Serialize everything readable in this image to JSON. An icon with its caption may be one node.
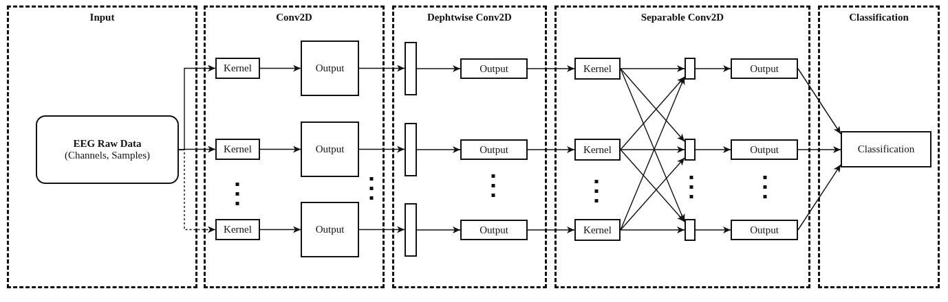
{
  "diagram": {
    "nodes": [
      {
        "text": [
          "Input"
        ]
      },
      {
        "text": [
          "Conv2D"
        ]
      },
      {
        "text": [
          "Dephtwise Conv2D"
        ]
      },
      {
        "text": [
          "Separable Conv2D"
        ]
      },
      {
        "text": [
          "Classification"
        ]
      },
      {
        "text": [
          "EEG Raw Data",
          "(Channels, Samples)"
        ],
        "in": 0
      },
      {
        "text": [
          "Kernel"
        ],
        "in": 1
      },
      {
        "text": [
          "Kernel"
        ],
        "in": 1
      },
      {
        "text": [
          "Kernel"
        ],
        "in": 1
      },
      {
        "text": [
          "Output"
        ],
        "in": 1
      },
      {
        "text": [
          "Output"
        ],
        "in": 1
      },
      {
        "text": [
          "Output"
        ],
        "in": 1
      },
      {
        "text": [],
        "shape": "bar",
        "in": 2
      },
      {
        "text": [],
        "shape": "bar",
        "in": 2
      },
      {
        "text": [],
        "shape": "bar",
        "in": 2
      },
      {
        "text": [
          "Output"
        ],
        "in": 2
      },
      {
        "text": [
          "Output"
        ],
        "in": 2
      },
      {
        "text": [
          "Output"
        ],
        "in": 2
      },
      {
        "text": [
          "Kernel"
        ],
        "in": 3
      },
      {
        "text": [
          "Kernel"
        ],
        "in": 3
      },
      {
        "text": [
          "Kernel"
        ],
        "in": 3
      },
      {
        "text": [],
        "shape": "bar",
        "in": 3
      },
      {
        "text": [],
        "shape": "bar",
        "in": 3
      },
      {
        "text": [],
        "shape": "bar",
        "in": 3
      },
      {
        "text": [
          "Output"
        ],
        "in": 3
      },
      {
        "text": [
          "Output"
        ],
        "in": 3
      },
      {
        "text": [
          "Output"
        ],
        "in": 3
      },
      {
        "text": [
          "Classification"
        ],
        "in": 4
      }
    ],
    "edges": [
      {
        "from": 5,
        "to": 6,
        "arrow": "to"
      },
      {
        "from": 5,
        "to": 7,
        "arrow": "to"
      },
      {
        "from": 5,
        "to": 8,
        "arrow": "to",
        "style": "dashed"
      },
      {
        "from": 6,
        "to": 9,
        "arrow": "to"
      },
      {
        "from": 7,
        "to": 10,
        "arrow": "to"
      },
      {
        "from": 8,
        "to": 11,
        "arrow": "to"
      },
      {
        "from": 9,
        "to": 12,
        "arrow": "to"
      },
      {
        "from": 10,
        "to": 13,
        "arrow": "to"
      },
      {
        "from": 11,
        "to": 14,
        "arrow": "to"
      },
      {
        "from": 12,
        "to": 15,
        "arrow": "to"
      },
      {
        "from": 13,
        "to": 16,
        "arrow": "to"
      },
      {
        "from": 14,
        "to": 17,
        "arrow": "to"
      },
      {
        "from": 15,
        "to": 18,
        "arrow": "to"
      },
      {
        "from": 16,
        "to": 19,
        "arrow": "to"
      },
      {
        "from": 17,
        "to": 20,
        "arrow": "to"
      },
      {
        "from": 18,
        "to": 21,
        "arrow": "to"
      },
      {
        "from": 18,
        "to": 22,
        "arrow": "to"
      },
      {
        "from": 18,
        "to": 23,
        "arrow": "to"
      },
      {
        "from": 19,
        "to": 21,
        "arrow": "to"
      },
      {
        "from": 19,
        "to": 22,
        "arrow": "to"
      },
      {
        "from": 19,
        "to": 23,
        "arrow": "to"
      },
      {
        "from": 20,
        "to": 21,
        "arrow": "to"
      },
      {
        "from": 20,
        "to": 22,
        "arrow": "to"
      },
      {
        "from": 20,
        "to": 23,
        "arrow": "to"
      },
      {
        "from": 21,
        "to": 24,
        "arrow": "to"
      },
      {
        "from": 22,
        "to": 25,
        "arrow": "to"
      },
      {
        "from": 23,
        "to": 26,
        "arrow": "to"
      },
      {
        "from": 24,
        "to": 27,
        "arrow": "to"
      },
      {
        "from": 25,
        "to": 27,
        "arrow": "to"
      },
      {
        "from": 26,
        "to": 27,
        "arrow": "to"
      }
    ]
  }
}
